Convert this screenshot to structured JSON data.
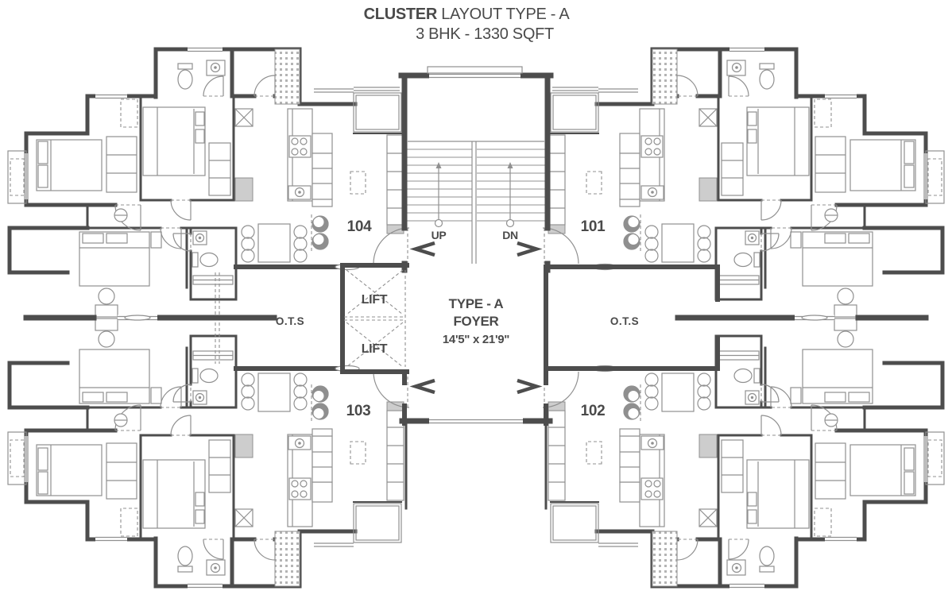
{
  "title": {
    "bold": "CLUSTER",
    "rest": " LAYOUT TYPE - A",
    "line2": "3 BHK - 1330 SQFT"
  },
  "plan": {
    "units": [
      {
        "id": "101"
      },
      {
        "id": "102"
      },
      {
        "id": "103"
      },
      {
        "id": "104"
      }
    ],
    "stairs": {
      "up": "UP",
      "down": "DN"
    },
    "lifts": [
      {
        "label": "LIFT"
      },
      {
        "label": "LIFT"
      }
    ],
    "foyer": {
      "type": "TYPE - A",
      "name": "FOYER",
      "dims": "14'5\" x 21'9\""
    },
    "ots": [
      {
        "label": "O.T.S"
      },
      {
        "label": "O.T.S"
      }
    ]
  },
  "colors": {
    "wall": "#4d4d4d",
    "line": "#909090",
    "text": "#4a4a4a",
    "accent_fill": "#cdcdcd"
  }
}
